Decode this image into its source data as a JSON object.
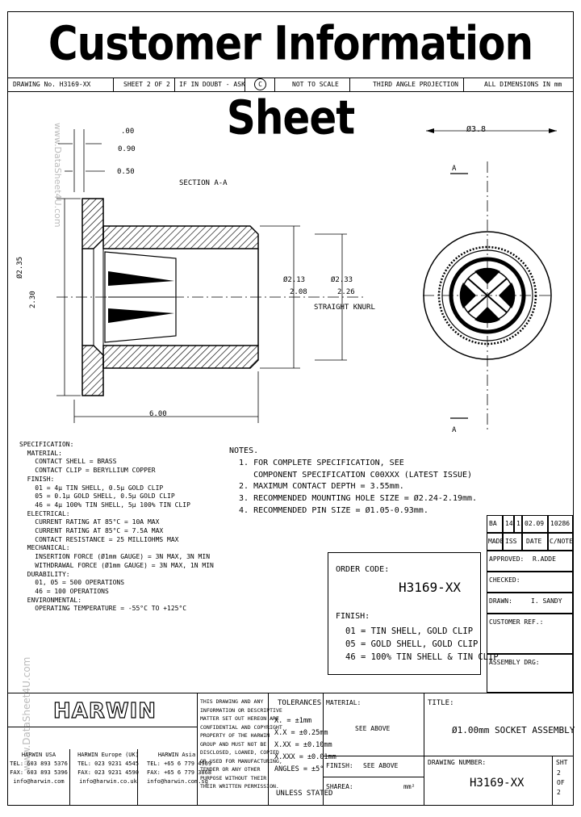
{
  "title": "Customer Information Sheet",
  "header": {
    "drawing_no": "DRAWING No. H3169-XX",
    "sheet": "SHEET 2 OF 2",
    "if_in_doubt": "IF IN DOUBT - ASK",
    "copyright": "C",
    "not_to_scale": "NOT TO SCALE",
    "projection": "THIRD ANGLE PROJECTION",
    "dimensions": "ALL DIMENSIONS IN mm"
  },
  "drawing": {
    "section_label": "SECTION A-A",
    "dim_top1": ".00",
    "dim_top2": "0.90",
    "dim_050": "0.50",
    "dim_left1": "Ø2.35",
    "dim_left2": "2.30",
    "dim_mid1": "Ø2.13",
    "dim_mid2": "2.08",
    "dim_right1": "Ø2.33",
    "dim_right2": "2.26",
    "straight_knurl": "STRAIGHT KNURL",
    "dim_length": "6.00",
    "dim_dia": "Ø3.8",
    "label_a_top": "A",
    "label_a_bottom": "A"
  },
  "specification": {
    "lines": [
      "SPECIFICATION:",
      "  MATERIAL:",
      "    CONTACT SHELL = BRASS",
      "    CONTACT CLIP = BERYLLIUM COPPER",
      "  FINISH:",
      "    01 = 4μ TIN SHELL, 0.5μ GOLD CLIP",
      "    05 = 0.1μ GOLD SHELL, 0.5μ GOLD CLIP",
      "    46 = 4μ 100% TIN SHELL, 5μ 100% TIN CLIP",
      "  ELECTRICAL:",
      "    CURRENT RATING AT 85°C = 10A MAX",
      "    CURRENT RATING AT 85°C = 7.5A MAX",
      "    CONTACT RESISTANCE = 25 MILLIOHMS MAX",
      "  MECHANICAL:",
      "    INSERTION FORCE (Ø1mm GAUGE) = 3N MAX, 3N MIN",
      "    WITHDRAWAL FORCE (Ø1mm GAUGE) = 3N MAX, 1N MIN",
      "  DURABILITY:",
      "    01, 05 = 500 OPERATIONS",
      "    46 = 100 OPERATIONS",
      "  ENVIRONMENTAL:",
      "    OPERATING TEMPERATURE = -55°C TO +125°C"
    ]
  },
  "notes": {
    "lines": [
      "NOTES.",
      "  1. FOR COMPLETE SPECIFICATION, SEE",
      "     COMPONENT SPECIFICATION C00XXX (LATEST ISSUE)",
      "  2. MAXIMUM CONTACT DEPTH = 3.55mm.",
      "  3. RECOMMENDED MOUNTING HOLE SIZE = Ø2.24-2.19mm.",
      "  4. RECOMMENDED PIN SIZE = Ø1.05-0.93mm."
    ]
  },
  "order": {
    "label": "ORDER CODE:",
    "code": "H3169-XX",
    "finish_label": "FINISH:",
    "finishes": [
      "01 = TIN SHELL, GOLD CLIP",
      "05 = GOLD SHELL, GOLD CLIP",
      "46 = 100% TIN SHELL & TIN CLIP"
    ]
  },
  "revision": {
    "cells": [
      "BA",
      "14",
      "1",
      "02.09",
      "10286"
    ],
    "headers": [
      "MADE",
      "ISS",
      "DATE",
      "C/NOTE"
    ],
    "approved_label": "APPROVED:",
    "approved_value": "R.ADDE",
    "checked_label": "CHECKED:",
    "drawn_label": "DRAWN:",
    "drawn_value": "I. SANDY",
    "customer_ref_label": "CUSTOMER REF.:",
    "assembly_drg_label": "ASSEMBLY DRG:"
  },
  "footer": {
    "logo": "HARWIN",
    "offices": [
      {
        "name": "HARWIN USA",
        "lines": [
          "TEL: 603 893 5376",
          "FAX: 603 893 5396",
          "info@harwin.com"
        ]
      },
      {
        "name": "HARWIN Europe (UK)",
        "lines": [
          "TEL: 023 9231 4545",
          "FAX: 023 9231 4590",
          "info@harwin.co.uk"
        ]
      },
      {
        "name": "HARWIN Asia",
        "lines": [
          "TEL: +65 6 779 4909",
          "FAX: +65 6 779 3868",
          "info@harwin.com.sg"
        ]
      }
    ],
    "copyright_text": [
      "THIS DRAWING AND ANY",
      "INFORMATION OR DESCRIPTIVE",
      "MATTER SET OUT HEREON ARE",
      "CONFIDENTIAL AND COPYRIGHT",
      "PROPERTY OF THE HARWIN",
      "GROUP AND MUST NOT BE",
      "DISCLOSED, LOANED, COPIED",
      "OR USED FOR MANUFACTURING,",
      "TENDER OR ANY OTHER",
      "PURPOSE WITHOUT THEIR",
      "THEIR WRITTEN PERMISSION."
    ],
    "tolerances_label": "TOLERANCES",
    "tolerances": [
      "X. = ±1mm",
      "X.X = ±0.25mm",
      "X.XX = ±0.10mm",
      "X.XXX = ±0.01mm",
      "ANGLES = ±5°"
    ],
    "unless_stated": "UNLESS STATED",
    "material_label": "MATERIAL:",
    "material_value": "SEE ABOVE",
    "finish_label": "FINISH:",
    "finish_value": "SEE ABOVE",
    "sharea_label": "SHAREA:",
    "sharea_unit": "mm²",
    "title_label": "TITLE:",
    "title_value": "Ø1.00mm SOCKET ASSEMBLY",
    "drawing_number_label": "DRAWING NUMBER:",
    "drawing_number": "H3169-XX",
    "sht_label": "SHT",
    "sht_value1": "2",
    "sht_of": "OF",
    "sht_value2": "2"
  },
  "watermark": {
    "top": "www.DataSheet4U.com",
    "side": "www.DataSheet4U.com"
  }
}
